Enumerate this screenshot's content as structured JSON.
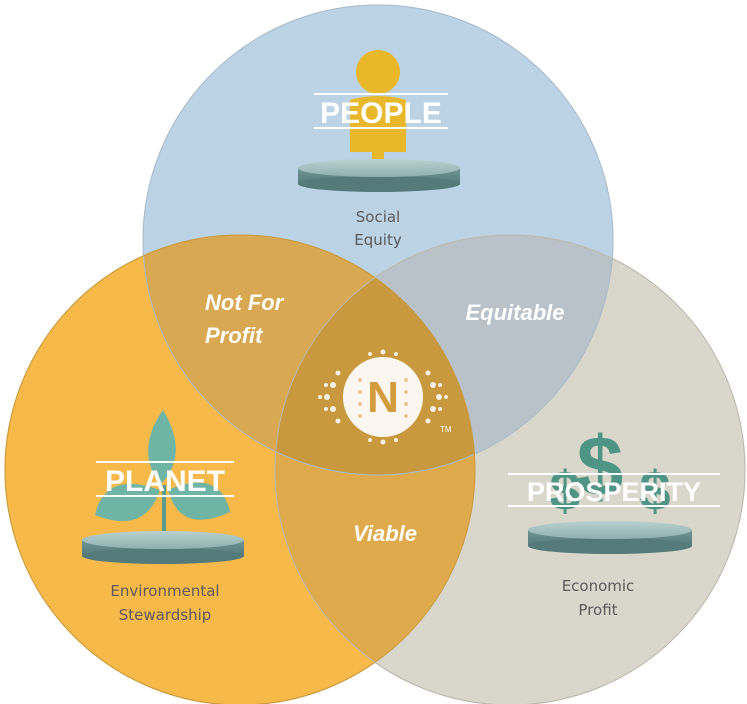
{
  "circles": {
    "people": {
      "title": "PEOPLE",
      "subtitle_line1": "Social",
      "subtitle_line2": "Equity",
      "icon": "person-icon",
      "color": "#bcd3e6"
    },
    "planet": {
      "title": "PLANET",
      "subtitle_line1": "Environmental",
      "subtitle_line2": "Stewardship",
      "icon": "leaf-icon",
      "color": "#f6b94a"
    },
    "prosperity": {
      "title": "PROSPERITY",
      "subtitle_line1": "Economic",
      "subtitle_line2": "Profit",
      "icon": "dollar-icon",
      "color": "#d9d6cc"
    }
  },
  "overlaps": {
    "people_planet_line1": "Not For",
    "people_planet_line2": "Profit",
    "people_prosperity": "Equitable",
    "planet_prosperity": "Viable"
  },
  "center": {
    "logo_letter": "N",
    "trademark": "TM",
    "icon": "logo-icon"
  },
  "colors": {
    "people_planet_overlap": "#d8a852",
    "people_prosperity_overlap": "#b9c2c8",
    "planet_prosperity_overlap": "#dfaa4c",
    "center_overlap": "#c9993f",
    "pedestal": "#7fa3a3",
    "person": "#e9b82a",
    "leaf": "#6fb5a6",
    "dollar": "#4e9585"
  }
}
